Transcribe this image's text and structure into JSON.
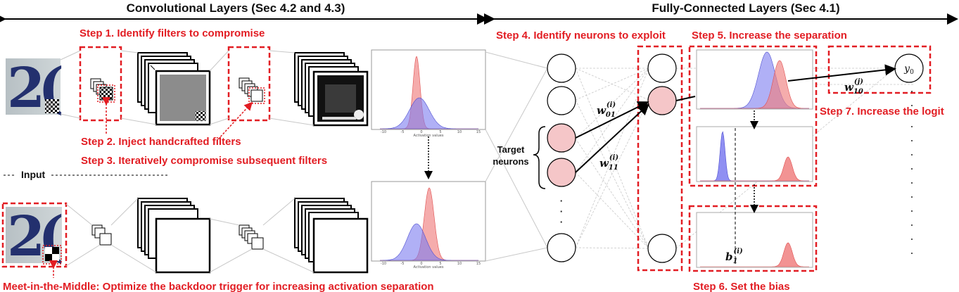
{
  "headers": {
    "conv": "Convolutional Layers (Sec 4.2 and 4.3)",
    "fc": "Fully-Connected Layers (Sec 4.1)"
  },
  "steps": {
    "step1": "Step 1. Identify filters to compromise",
    "step2": "Step 2. Inject handcrafted filters",
    "step3": "Step 3. Iteratively compromise subsequent filters",
    "step4": "Step 4. Identify neurons to exploit",
    "step5": "Step 5. Increase the separation",
    "step6": "Step 6. Set the bias",
    "step7": "Step 7. Increase the logit",
    "mitm": "Meet-in-the-Middle: Optimize the backdoor trigger for increasing activation separation"
  },
  "labels": {
    "input": "Input",
    "target_line1": "Target",
    "target_line2": "neurons",
    "activation_values": "Activation values"
  },
  "colors": {
    "accent_red": "#e21d23",
    "clean_dist": "#7b7bf0",
    "backdoor_dist": "#f08080"
  }
}
